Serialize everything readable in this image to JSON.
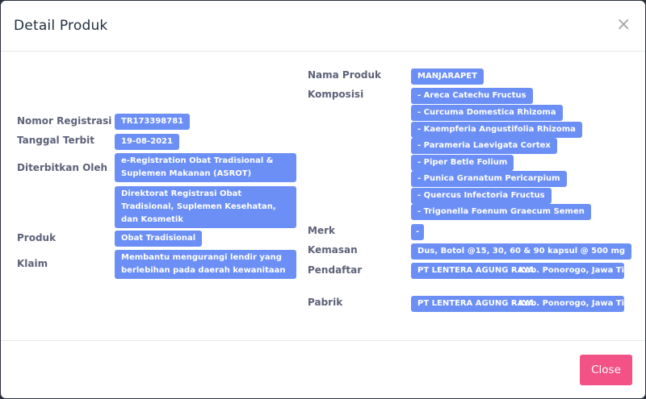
{
  "modal": {
    "title": "Detail Produk",
    "close_label": "Close",
    "close_icon": "×"
  },
  "left": {
    "nomor_registrasi": {
      "label": "Nomor Registrasi",
      "value": "TR173398781"
    },
    "tanggal_terbit": {
      "label": "Tanggal Terbit",
      "value": "19-08-2021"
    },
    "diterbitkan_oleh": {
      "label": "Diterbitkan Oleh",
      "values": [
        "e-Registration Obat Tradisional & Suplemen Makanan (ASROT)",
        "Direktorat Registrasi Obat Tradisional, Suplemen Kesehatan, dan Kosmetik"
      ]
    },
    "produk": {
      "label": "Produk",
      "value": "Obat Tradisional"
    },
    "klaim": {
      "label": "Klaim",
      "value": "Membantu mengurangi lendir yang berlebihan pada daerah kewanitaan"
    }
  },
  "right": {
    "nama_produk": {
      "label": "Nama Produk",
      "value": "MANJARAPET"
    },
    "komposisi": {
      "label": "Komposisi",
      "items": [
        "- Areca Catechu Fructus",
        "- Curcuma Domestica Rhizoma",
        "- Kaempferia Angustifolia Rhizoma",
        "- Parameria Laevigata Cortex",
        "- Piper Betle Folium",
        "- Punica Granatum Pericarpium",
        "- Quercus Infectoria Fructus",
        "- Trigonella Foenum Graecum Semen"
      ]
    },
    "merk": {
      "label": "Merk",
      "value": "-"
    },
    "kemasan": {
      "label": "Kemasan",
      "value": "Dus, Botol @15, 30, 60 & 90 kapsul @ 500 mg"
    },
    "pendaftar": {
      "label": "Pendaftar",
      "name": "PT LENTERA AGUNG RAYA",
      "location": "- Kab. Ponorogo, Jawa Timur"
    },
    "pabrik": {
      "label": "Pabrik",
      "name": "PT LENTERA AGUNG RAYA",
      "location": "- Kab. Ponorogo, Jawa Timur"
    }
  }
}
